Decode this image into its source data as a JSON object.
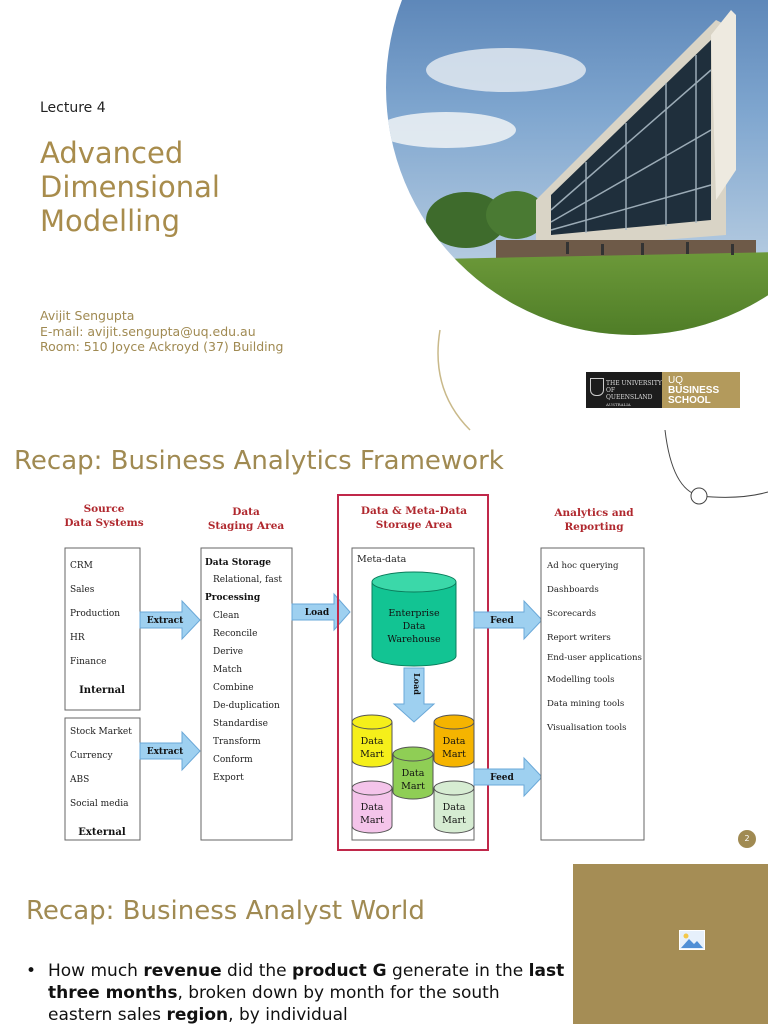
{
  "slide1": {
    "lecture": "Lecture 4",
    "title_lines": [
      "Advanced",
      "Dimensional",
      "Modelling"
    ],
    "author": "Avijit Sengupta",
    "email": "E-mail: avijit.sengupta@uq.edu.au",
    "room": "Room: 510 Joyce Ackroyd (37) Building",
    "logo_uq_lines": [
      "THE UNIVERSITY",
      "OF QUEENSLAND",
      "AUSTRALIA"
    ],
    "logo_bs_lines": [
      "UQ",
      "BUSINESS",
      "SCHOOL"
    ]
  },
  "slide2": {
    "title": "Recap: Business Analytics Framework",
    "page_number": "2",
    "diagram": {
      "source_header": [
        "Source",
        "Data Systems"
      ],
      "staging_header": [
        "Data",
        "Staging Area"
      ],
      "storage_header": [
        "Data & Meta-Data",
        "Storage Area"
      ],
      "analytics_header": [
        "Analytics and",
        "Reporting"
      ],
      "internal_items": [
        "CRM",
        "Sales",
        "Production",
        "HR",
        "Finance"
      ],
      "internal_label": "Internal",
      "external_items": [
        "Stock Market",
        "Currency",
        "ABS",
        "Social media"
      ],
      "external_label": "External",
      "staging_storage_heading": "Data Storage",
      "staging_storage_detail": "Relational, fast",
      "staging_processing_heading": "Processing",
      "staging_processing_items": [
        "Clean",
        "Reconcile",
        "Derive",
        "Match",
        "Combine",
        "De-duplication",
        "Standardise",
        "Transform",
        "Conform",
        "Export"
      ],
      "meta_data_label": "Meta-data",
      "warehouse_lines": [
        "Enterprise",
        "Data",
        "Warehouse"
      ],
      "data_mart_lines": [
        "Data",
        "Mart"
      ],
      "analytics_items": [
        "Ad hoc querying",
        "Dashboards",
        "Scorecards",
        "Report writers",
        "End-user applications",
        "Modelling tools",
        "Data mining tools",
        "Visualisation tools"
      ],
      "arrow_extract": "Extract",
      "arrow_load": "Load",
      "arrow_feed": "Feed",
      "colors": {
        "storage_border": "#c0284a",
        "warehouse": "#12c493",
        "mart_yellow": "#f5ef1a",
        "mart_green": "#8fce55",
        "mart_orange": "#f5b400",
        "mart_pink": "#f4c4ea",
        "mart_pale_green": "#d6ecd2",
        "arrow_fill": "#9ed0f0"
      }
    }
  },
  "slide3": {
    "title": "Recap: Business Analyst World",
    "bullet": {
      "t1": "How much ",
      "b1": "revenue",
      "t2": " did the ",
      "b2": "product G",
      "t3": " generate in the ",
      "b3": "last three months",
      "t4": ", broken down by month for the south eastern sales ",
      "b4": "region",
      "t5": ", by individual"
    },
    "panel_icon": "image-placeholder-icon"
  },
  "theme": {
    "gold": "#a08a52",
    "dark": "#1c1c1c"
  }
}
